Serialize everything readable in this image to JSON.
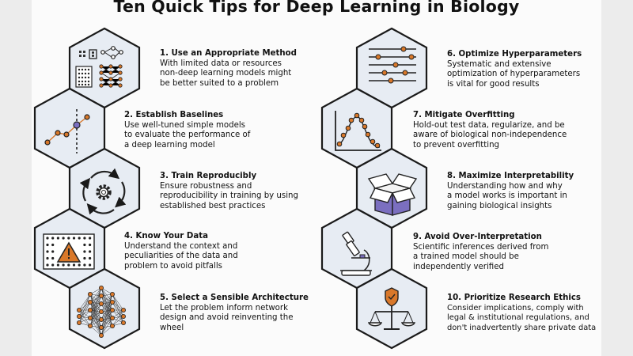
{
  "title": "Ten Quick Tips for Deep Learning in Biology",
  "tips": [
    {
      "heading": "1. Use an Appropriate Method",
      "lines": [
        "With limited data or resources",
        "non-deep learning models might",
        "be better suited to a problem"
      ],
      "icon": "method-comparison-icon"
    },
    {
      "heading": "2. Establish Baselines",
      "lines": [
        "Use well-tuned simple models",
        "to evaluate the performance of",
        "a deep learning model"
      ],
      "icon": "baseline-chart-icon"
    },
    {
      "heading": "3. Train Reproducibly",
      "lines": [
        "Ensure robustness and",
        "reproducibility in training by using",
        "established best practices"
      ],
      "icon": "cycle-gear-icon"
    },
    {
      "heading": "4. Know Your Data",
      "lines": [
        "Understand the context and",
        "peculiarities of the data and",
        "problem to avoid pitfalls"
      ],
      "icon": "data-warning-icon"
    },
    {
      "heading": "5. Select a Sensible Architecture",
      "lines": [
        "Let the problem inform network",
        "design and avoid reinventing the",
        "wheel"
      ],
      "icon": "neural-network-icon"
    },
    {
      "heading": "6. Optimize Hyperparameters",
      "lines": [
        "Systematic and extensive",
        "optimization of hyperparameters",
        "is vital for good results"
      ],
      "icon": "sliders-icon"
    },
    {
      "heading": "7. Mitigate Overfitting",
      "lines": [
        "Hold-out test data, regularize, and be",
        "aware of biological non-independence",
        "to prevent overfitting"
      ],
      "icon": "overfit-curve-icon"
    },
    {
      "heading": "8. Maximize Interpretability",
      "lines": [
        "Understanding how and why",
        "a model works is important in",
        "gaining biological insights"
      ],
      "icon": "open-box-icon"
    },
    {
      "heading": "9. Avoid Over-Interpretation",
      "lines": [
        "Scientific inferences derived from",
        "a trained model should be",
        "independently verified"
      ],
      "icon": "microscope-icon"
    },
    {
      "heading": "10. Prioritize Research Ethics",
      "lines": [
        "Consider implications, comply with",
        "legal & institutional regulations, and",
        "don't inadvertently share private data"
      ],
      "icon": "ethics-scale-icon"
    }
  ],
  "colors": {
    "hex_fill": "#e7ecf3",
    "accent_orange": "#d9782a",
    "accent_purple": "#7b6fc0",
    "line_dark": "#1a1a1a"
  }
}
